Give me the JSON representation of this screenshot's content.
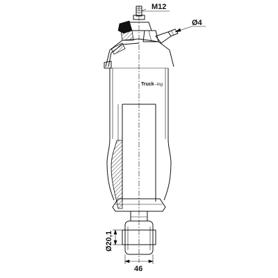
{
  "dimensions": {
    "thread": "M12",
    "port": "Ø4",
    "eye_diameter": "Ø20,1",
    "eye_width": "46"
  },
  "logo": {
    "brand": "Truck",
    "suffix": "-ing"
  }
}
